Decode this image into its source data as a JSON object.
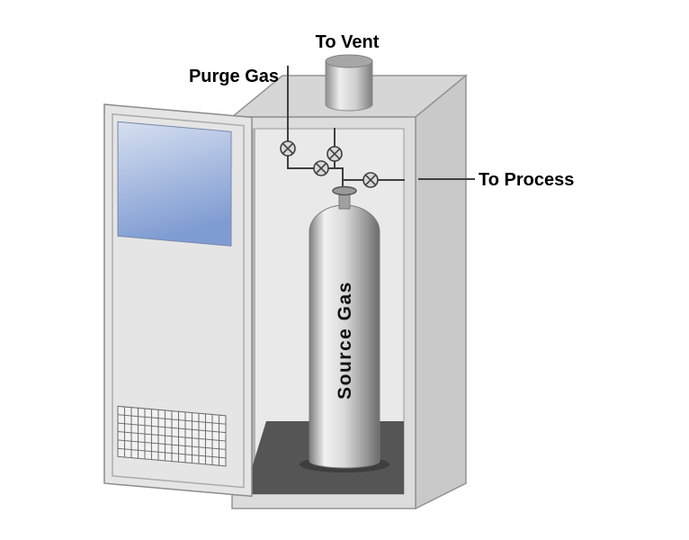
{
  "diagram": {
    "labels": {
      "to_vent": "To Vent",
      "purge_gas": "Purge Gas",
      "to_process": "To Process",
      "source_gas": "Source Gas"
    },
    "icons": {
      "valve_icon": "crossed-circle",
      "vent_stack_icon": "cylinder-stack",
      "grille_icon": "mesh-grid"
    },
    "colors": {
      "background": "#ffffff",
      "cabinet_front": "#dcdcdc",
      "cabinet_top": "#d6d6d6",
      "cabinet_side": "#c9c9c9",
      "interior": "#e9e9e9",
      "interior_left_wall": "#b3b3b3",
      "floor_shadow": "#555555",
      "door": "#e5e5e5",
      "window_top": "#d7dff0",
      "window_bottom": "#7f9cd2",
      "grille": "#f2f2f2",
      "grille_line": "#6f6f6f",
      "cylinder_highlight": "#f2f2f2",
      "cylinder_dark": "#6b6b6b",
      "vent_stack_top": "#a6a6a6",
      "pipe": "#3f3f3f",
      "label_text": "#000000"
    }
  }
}
